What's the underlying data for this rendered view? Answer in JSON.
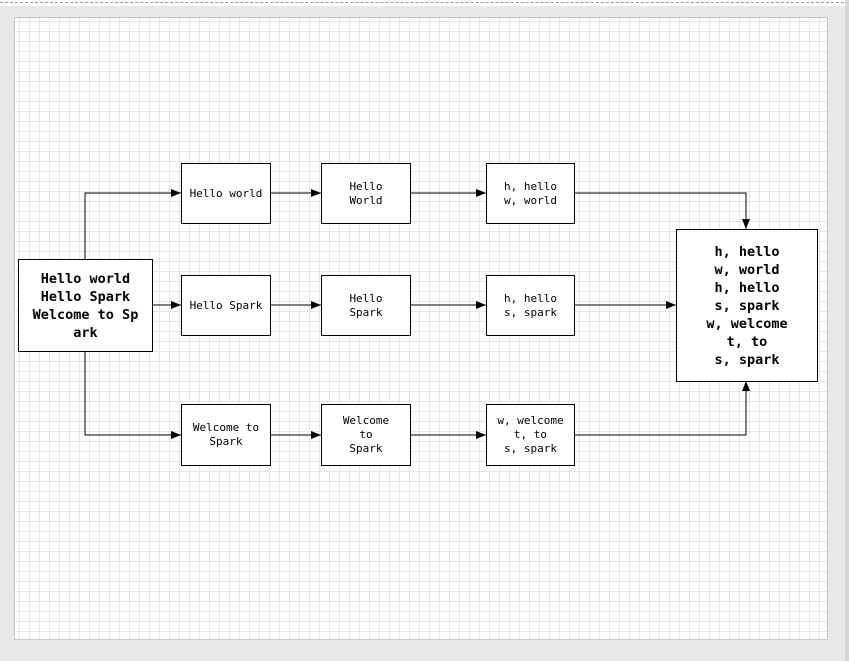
{
  "diagram": {
    "source": "Hello world\nHello Spark\nWelcome to Sp\nark",
    "split": [
      "Hello world",
      "Hello Spark",
      "Welcome to\nSpark"
    ],
    "words": [
      "Hello\nWorld",
      "Hello\nSpark",
      "Welcome\nto\nSpark"
    ],
    "pairs": [
      "h, hello\nw, world",
      "h, hello\ns, spark",
      "w, welcome\nt, to\ns, spark"
    ],
    "result": "h, hello\nw, world\nh, hello\ns, spark\nw, welcome\nt, to\ns, spark"
  }
}
